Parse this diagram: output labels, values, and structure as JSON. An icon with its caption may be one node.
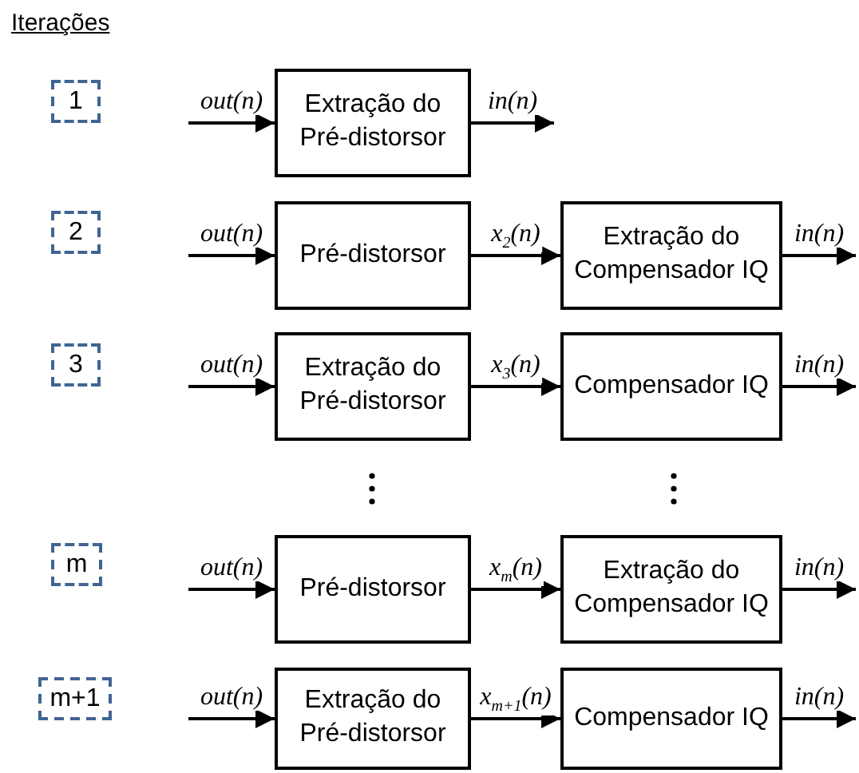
{
  "diagram": {
    "title": "Iterações",
    "nodes": [
      {
        "text": [
          "1"
        ]
      },
      {
        "text": [
          "Extração do Pré-distorsor"
        ]
      },
      {
        "text": [
          "2"
        ]
      },
      {
        "text": [
          "Pré-distorsor"
        ]
      },
      {
        "text": [
          "Extração do Compensador IQ"
        ]
      },
      {
        "text": [
          "3"
        ]
      },
      {
        "text": [
          "Extração do Pré-distorsor"
        ]
      },
      {
        "text": [
          "Compensador IQ"
        ]
      },
      {
        "text": [
          "m"
        ]
      },
      {
        "text": [
          "Pré-distorsor"
        ]
      },
      {
        "text": [
          "Extração do Compensador IQ"
        ]
      },
      {
        "text": [
          "m+1"
        ]
      },
      {
        "text": [
          "Extração do Pré-distorsor"
        ]
      },
      {
        "text": [
          "Compensador IQ"
        ]
      }
    ],
    "edges": [
      {
        "from": null,
        "to": 1,
        "arrow": "to",
        "label": "out(n)"
      },
      {
        "from": 1,
        "to": null,
        "arrow": "to",
        "label": "in(n)"
      },
      {
        "from": null,
        "to": 3,
        "arrow": "to",
        "label": "out(n)"
      },
      {
        "from": 3,
        "to": 4,
        "arrow": "to",
        "label": "x$_{2}$(n)"
      },
      {
        "from": 4,
        "to": null,
        "arrow": "to",
        "label": "in(n)"
      },
      {
        "from": null,
        "to": 6,
        "arrow": "to",
        "label": "out(n)"
      },
      {
        "from": 6,
        "to": 7,
        "arrow": "to",
        "label": "x$_{3}$(n)"
      },
      {
        "from": 7,
        "to": null,
        "arrow": "to",
        "label": "in(n)"
      },
      {
        "from": null,
        "to": 9,
        "arrow": "to",
        "label": "out(n)"
      },
      {
        "from": 9,
        "to": 10,
        "arrow": "to",
        "label": "x$_{m}$(n)"
      },
      {
        "from": 10,
        "to": null,
        "arrow": "to",
        "label": "in(n)"
      },
      {
        "from": null,
        "to": 12,
        "arrow": "to",
        "label": "out(n)"
      },
      {
        "from": 12,
        "to": 13,
        "arrow": "to",
        "label": "x$_{m+1}$(n)"
      },
      {
        "from": 13,
        "to": null,
        "arrow": "to",
        "label": "in(n)"
      }
    ]
  }
}
